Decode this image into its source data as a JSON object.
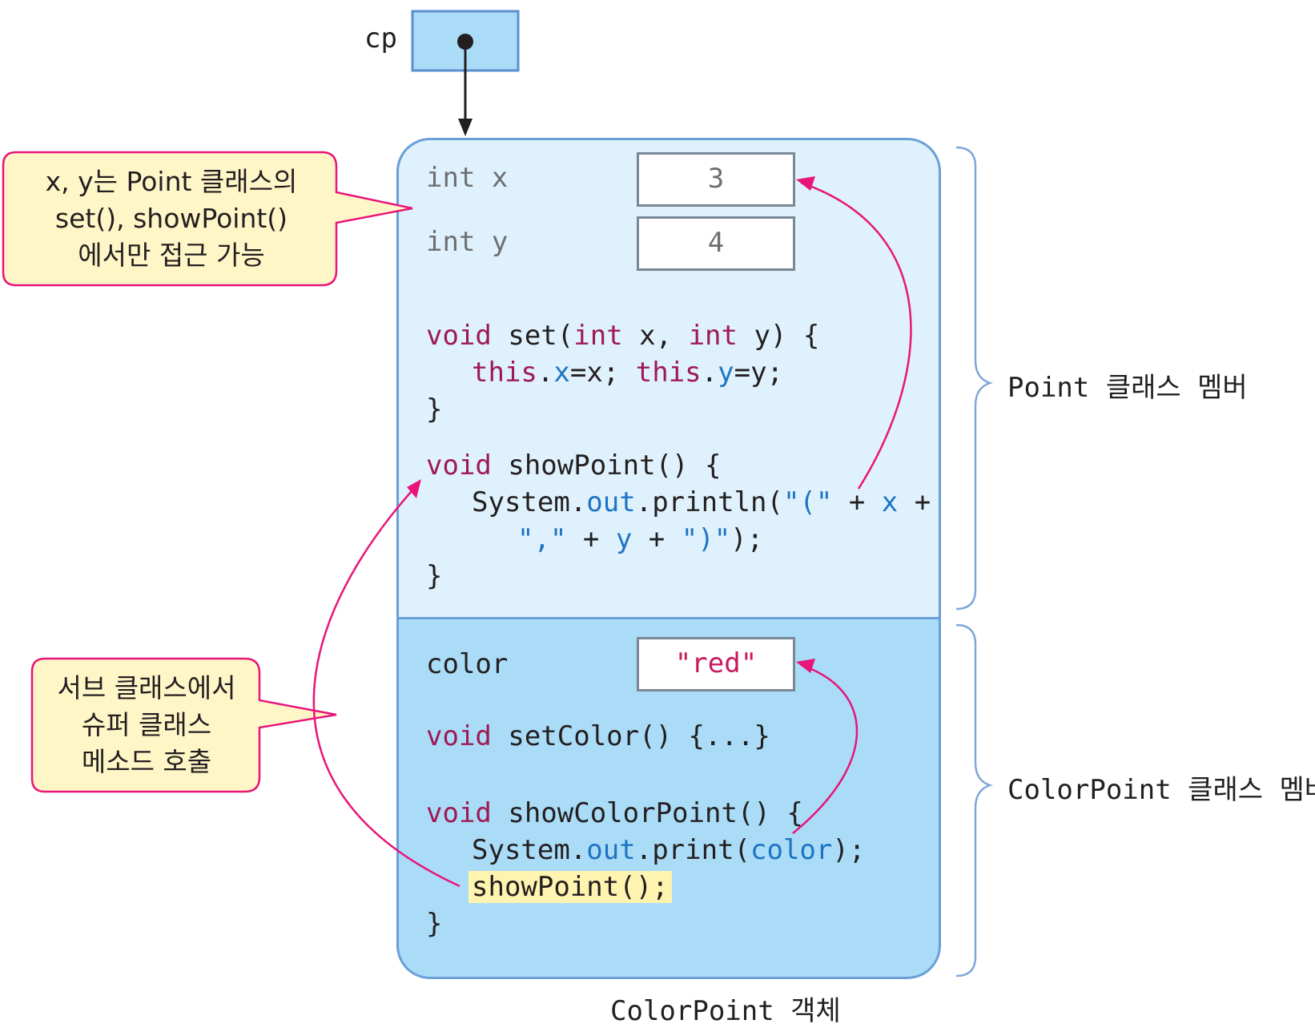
{
  "variable": {
    "name": "cp"
  },
  "fields": {
    "x_label": "int x",
    "x_value": "3",
    "y_label": "int y",
    "y_value": "4",
    "color_label": "color",
    "color_value": "\"red\""
  },
  "point_code": {
    "set_sig": {
      "kw1": "void",
      "t1": " set(",
      "kw2": "int",
      "t2": " x, ",
      "kw3": "int",
      "t3": " y) {"
    },
    "set_body": {
      "kw1": "this",
      "dot1": ".",
      "f1": "x",
      "t1": "=x; ",
      "kw2": "this",
      "dot2": ".",
      "f2": "y",
      "t2": "=y;"
    },
    "close1": "}",
    "show_sig": {
      "kw": "void",
      "t": " showPoint() {"
    },
    "show_line1": {
      "t1": "System.",
      "f1": "out",
      "t2": ".println(",
      "s1": "\"(\"",
      "t3": " + ",
      "f2": "x",
      "t4": " +"
    },
    "show_line2": {
      "s1": "\",\"",
      "t1": " + ",
      "f1": "y",
      "t2": " + ",
      "s2": "\")\"",
      "t3": ");"
    },
    "close2": "}"
  },
  "color_code": {
    "setcolor_sig": {
      "kw": "void",
      "t": " setColor() {...}"
    },
    "showcp_sig": {
      "kw": "void",
      "t": " showColorPoint() {"
    },
    "print_line": {
      "t1": "System.",
      "f1": "out",
      "t2": ".print(",
      "f2": "color",
      "t3": ");"
    },
    "call_line": "showPoint();",
    "close": "}"
  },
  "callouts": {
    "top": [
      "x, y는 Point 클래스의",
      "set(), showPoint()",
      "에서만 접근 가능"
    ],
    "bottom": [
      "서브 클래스에서",
      "슈퍼 클래스",
      "메소드 호출"
    ]
  },
  "braces": {
    "point_members": "Point 클래스 멤버",
    "colorpoint_members": "ColorPoint 클래스 멤버"
  },
  "caption": "ColorPoint 객체",
  "colors": {
    "arrow": "#e8157a",
    "callout_fill": "#fff6c8",
    "callout_border": "#e8157a",
    "object_top_fill": "#dff1fc",
    "object_bottom_fill": "#aadcf7",
    "object_border": "#6a9fd8",
    "keyword": "#9e1a55",
    "field": "#1d74c3"
  }
}
